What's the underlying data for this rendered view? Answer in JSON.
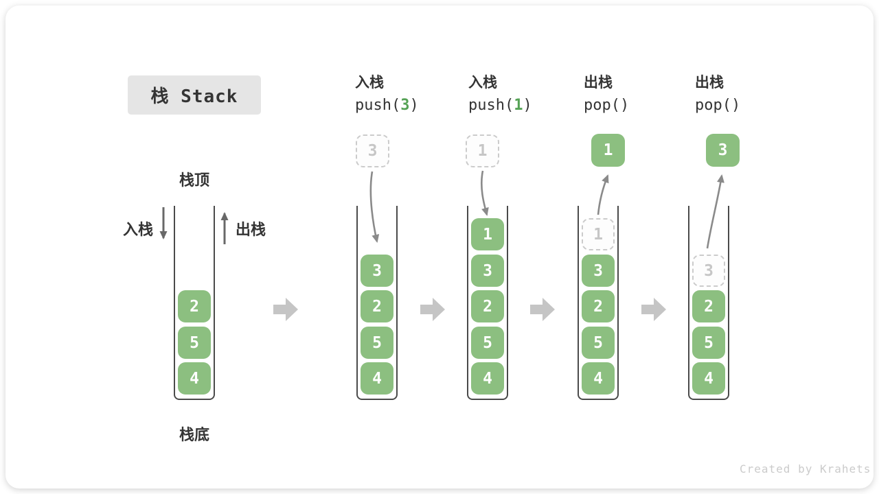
{
  "title": "栈 Stack",
  "footer": "Created by Krahets",
  "labels": {
    "stack_top": "栈顶",
    "stack_bottom": "栈底",
    "push_cn": "入栈",
    "pop_cn": "出栈"
  },
  "columns": [
    {
      "name": "initial-stack",
      "cells": [
        "4",
        "5",
        "2"
      ]
    },
    {
      "name": "push-3",
      "header_cn": "入栈",
      "code_pre": "push(",
      "code_arg": "3",
      "code_post": ")",
      "floating": "3",
      "cells": [
        "4",
        "5",
        "2",
        "3"
      ]
    },
    {
      "name": "push-1",
      "header_cn": "入栈",
      "code_pre": "push(",
      "code_arg": "1",
      "code_post": ")",
      "floating": "1",
      "cells": [
        "4",
        "5",
        "2",
        "3",
        "1"
      ]
    },
    {
      "name": "pop-1",
      "header_cn": "出栈",
      "code_pre": "pop(",
      "code_arg": "",
      "code_post": ")",
      "floating": "1",
      "ghost": "1",
      "cells": [
        "4",
        "5",
        "2",
        "3"
      ]
    },
    {
      "name": "pop-3",
      "header_cn": "出栈",
      "code_pre": "pop(",
      "code_arg": "",
      "code_post": ")",
      "floating": "3",
      "ghost": "3",
      "cells": [
        "4",
        "5",
        "2"
      ]
    }
  ],
  "colors": {
    "green": "#8CBF80",
    "arg_green": "#55A255",
    "block_arrow": "#C5C5C5",
    "curve_arrow": "#8A8A8A",
    "legend_arrow": "#686868",
    "wall": "#4A4A4A",
    "dark_text": "#343434",
    "title_bg": "#E5E5E5",
    "ghost_border": "#CBCBCB",
    "ghost_text": "#C6C6C6",
    "footer_text": "#CBCBCB"
  }
}
